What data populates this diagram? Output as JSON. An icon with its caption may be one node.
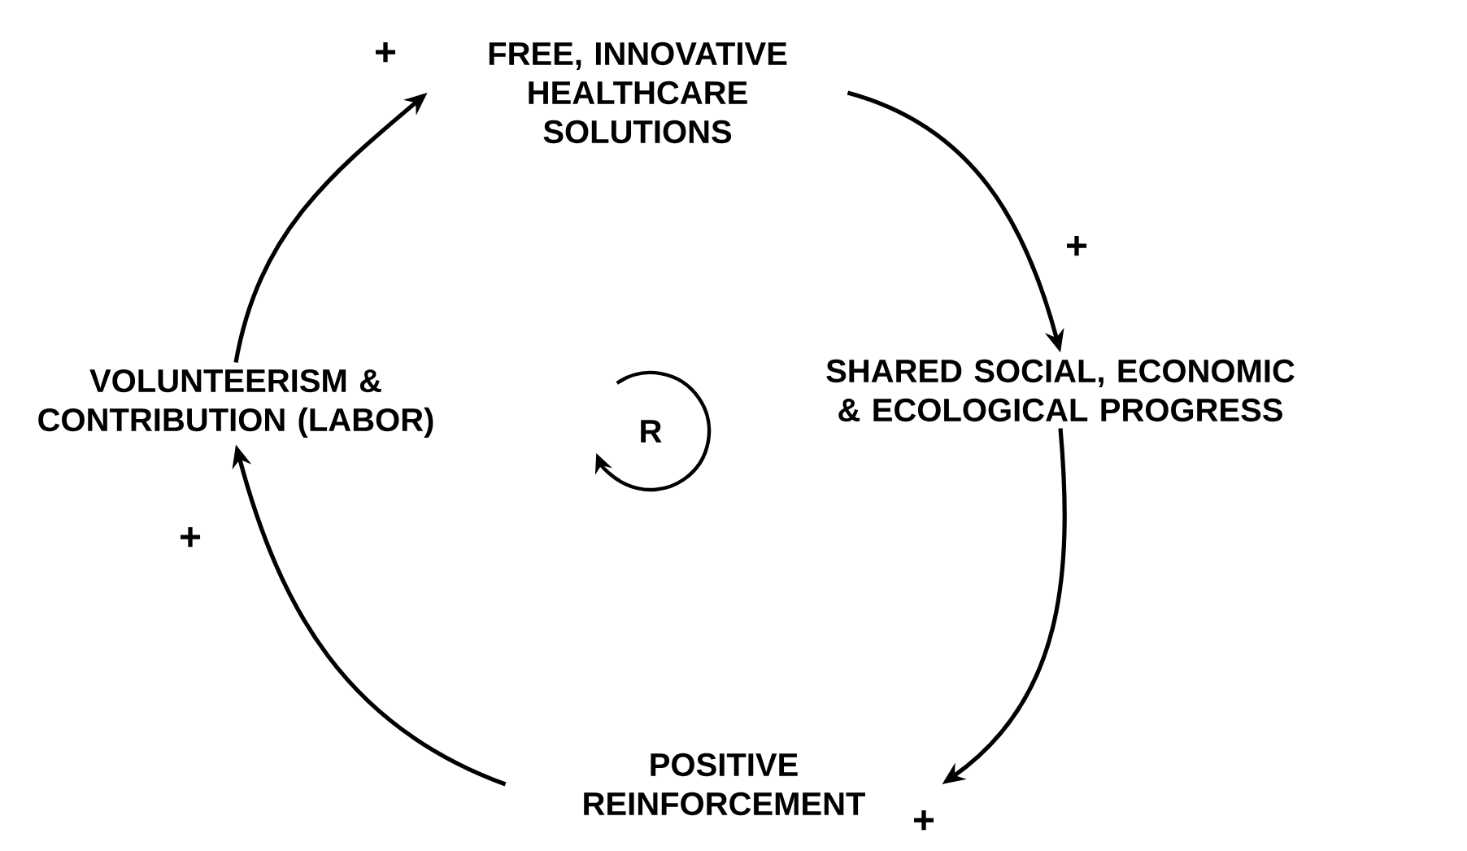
{
  "diagram": {
    "nodes": [
      {
        "text": [
          "FREE, INNOVATIVE HEALTHCARE SOLUTIONS"
        ]
      },
      {
        "text": [
          "SHARED SOCIAL, ECONOMIC & ECOLOGICAL PROGRESS"
        ]
      },
      {
        "text": [
          "POSITIVE REINFORCEMENT"
        ]
      },
      {
        "text": [
          "VOLUNTEERISM & CONTRIBUTION (LABOR)"
        ]
      }
    ],
    "edges": [
      {
        "from": 0,
        "to": 1,
        "arrow": "to",
        "label": "+"
      },
      {
        "from": 1,
        "to": 2,
        "arrow": "to",
        "label": "+"
      },
      {
        "from": 2,
        "to": 3,
        "arrow": "to",
        "label": "+"
      },
      {
        "from": 3,
        "to": 0,
        "arrow": "to",
        "label": "+"
      }
    ],
    "labels": [
      "R"
    ]
  }
}
